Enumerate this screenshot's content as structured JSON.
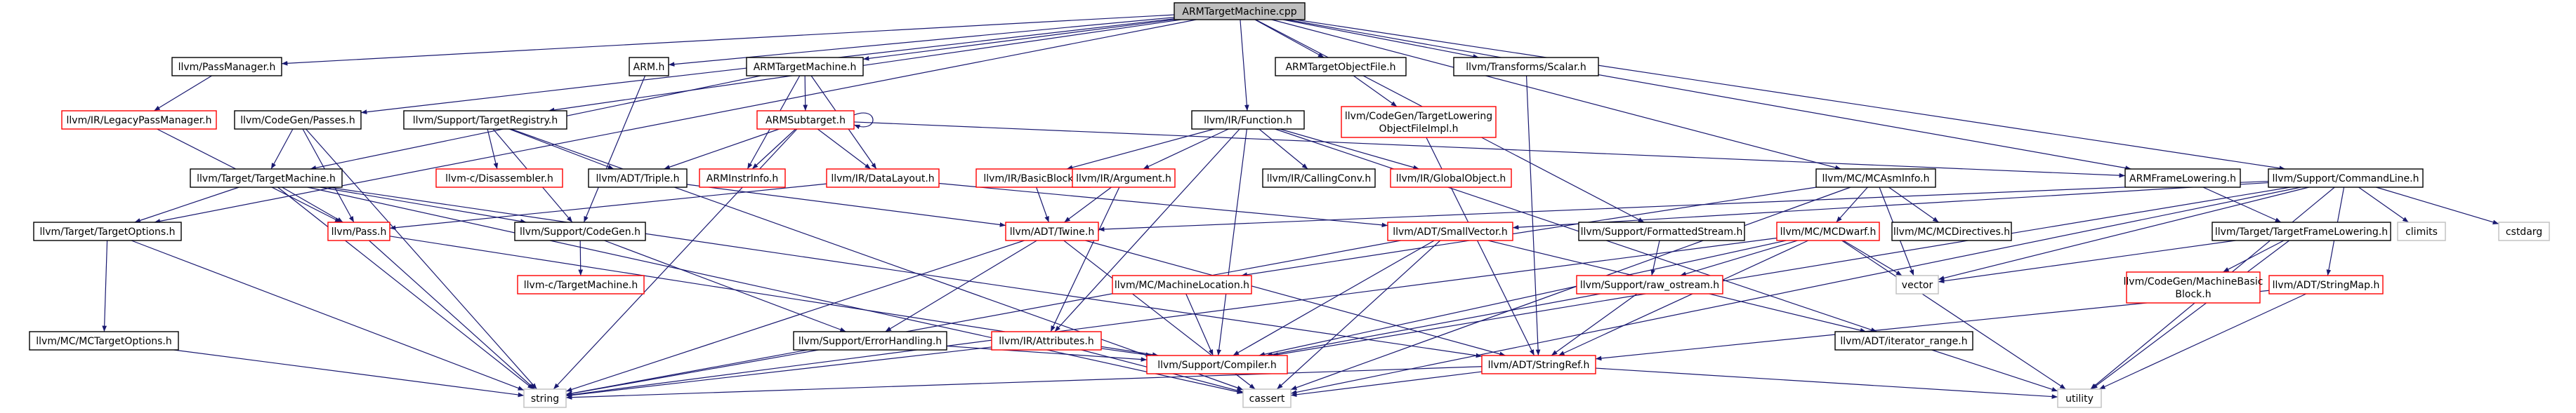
{
  "nodes": [
    {
      "id": "root",
      "label": "ARMTargetMachine.cpp",
      "kind": "root"
    },
    {
      "id": "passmanager",
      "label": "llvm/PassManager.h",
      "kind": "normal"
    },
    {
      "id": "arm",
      "label": "ARM.h",
      "kind": "normal"
    },
    {
      "id": "armtm",
      "label": "ARMTargetMachine.h",
      "kind": "normal"
    },
    {
      "id": "armtof",
      "label": "ARMTargetObjectFile.h",
      "kind": "normal"
    },
    {
      "id": "scalar",
      "label": "llvm/Transforms/Scalar.h",
      "kind": "normal"
    },
    {
      "id": "legacypm",
      "label": "llvm/IR/LegacyPassManager.h",
      "kind": "missing"
    },
    {
      "id": "cgpasses",
      "label": "llvm/CodeGen/Passes.h",
      "kind": "normal"
    },
    {
      "id": "targetregistry",
      "label": "llvm/Support/TargetRegistry.h",
      "kind": "normal"
    },
    {
      "id": "armsubtarget",
      "label": "ARMSubtarget.h",
      "kind": "missing"
    },
    {
      "id": "tloimpl",
      "label": "llvm/CodeGen/TargetLowering ObjectFileImpl.h",
      "kind": "missing"
    },
    {
      "id": "function",
      "label": "llvm/IR/Function.h",
      "kind": "normal"
    },
    {
      "id": "targetmachine",
      "label": "llvm/Target/TargetMachine.h",
      "kind": "normal"
    },
    {
      "id": "disasm",
      "label": "llvm-c/Disassembler.h",
      "kind": "missing"
    },
    {
      "id": "triple",
      "label": "llvm/ADT/Triple.h",
      "kind": "normal"
    },
    {
      "id": "arminstrinfo",
      "label": "ARMInstrInfo.h",
      "kind": "missing"
    },
    {
      "id": "datalayout",
      "label": "llvm/IR/DataLayout.h",
      "kind": "missing"
    },
    {
      "id": "basicblock",
      "label": "llvm/IR/BasicBlock.h",
      "kind": "missing"
    },
    {
      "id": "argument",
      "label": "llvm/IR/Argument.h",
      "kind": "missing"
    },
    {
      "id": "callingconv",
      "label": "llvm/IR/CallingConv.h",
      "kind": "normal"
    },
    {
      "id": "globalobject",
      "label": "llvm/IR/GlobalObject.h",
      "kind": "missing"
    },
    {
      "id": "mcasminfo",
      "label": "llvm/MC/MCAsmInfo.h",
      "kind": "normal"
    },
    {
      "id": "armframelow",
      "label": "ARMFrameLowering.h",
      "kind": "normal"
    },
    {
      "id": "commandline",
      "label": "llvm/Support/CommandLine.h",
      "kind": "normal"
    },
    {
      "id": "targetoptions",
      "label": "llvm/Target/TargetOptions.h",
      "kind": "normal"
    },
    {
      "id": "pass",
      "label": "llvm/Pass.h",
      "kind": "missing"
    },
    {
      "id": "supportcodegen",
      "label": "llvm/Support/CodeGen.h",
      "kind": "normal"
    },
    {
      "id": "twine",
      "label": "llvm/ADT/Twine.h",
      "kind": "missing"
    },
    {
      "id": "smallvector",
      "label": "llvm/ADT/SmallVector.h",
      "kind": "missing"
    },
    {
      "id": "formattedstream",
      "label": "llvm/Support/FormattedStream.h",
      "kind": "normal"
    },
    {
      "id": "mcdwarf",
      "label": "llvm/MC/MCDwarf.h",
      "kind": "missing"
    },
    {
      "id": "mcdirectives",
      "label": "llvm/MC/MCDirectives.h",
      "kind": "normal"
    },
    {
      "id": "targetframelow",
      "label": "llvm/Target/TargetFrameLowering.h",
      "kind": "normal"
    },
    {
      "id": "climits",
      "label": "climits",
      "kind": "system"
    },
    {
      "id": "cstdarg",
      "label": "cstdarg",
      "kind": "system"
    },
    {
      "id": "targetmachine_c",
      "label": "llvm-c/TargetMachine.h",
      "kind": "missing"
    },
    {
      "id": "machinelocation",
      "label": "llvm/MC/MachineLocation.h",
      "kind": "missing"
    },
    {
      "id": "rawostream",
      "label": "llvm/Support/raw_ostream.h",
      "kind": "missing"
    },
    {
      "id": "vector",
      "label": "vector",
      "kind": "system"
    },
    {
      "id": "machinebasicblock",
      "label": "llvm/CodeGen/MachineBasic Block.h",
      "kind": "missing"
    },
    {
      "id": "stringmap",
      "label": "llvm/ADT/StringMap.h",
      "kind": "missing"
    },
    {
      "id": "mctargetoptions",
      "label": "llvm/MC/MCTargetOptions.h",
      "kind": "normal"
    },
    {
      "id": "errorhandling",
      "label": "llvm/Support/ErrorHandling.h",
      "kind": "normal"
    },
    {
      "id": "attributes",
      "label": "llvm/IR/Attributes.h",
      "kind": "missing"
    },
    {
      "id": "iteratorrange",
      "label": "llvm/ADT/iterator_range.h",
      "kind": "normal"
    },
    {
      "id": "compiler",
      "label": "llvm/Support/Compiler.h",
      "kind": "missing"
    },
    {
      "id": "stringref",
      "label": "llvm/ADT/StringRef.h",
      "kind": "missing"
    },
    {
      "id": "string",
      "label": "string",
      "kind": "system"
    },
    {
      "id": "cassert",
      "label": "cassert",
      "kind": "system"
    },
    {
      "id": "utility",
      "label": "utility",
      "kind": "system"
    }
  ],
  "edges": [
    [
      "root",
      "passmanager"
    ],
    [
      "root",
      "arm"
    ],
    [
      "root",
      "armtm"
    ],
    [
      "root",
      "armtof"
    ],
    [
      "root",
      "scalar"
    ],
    [
      "root",
      "cgpasses"
    ],
    [
      "root",
      "targetregistry"
    ],
    [
      "root",
      "function"
    ],
    [
      "root",
      "mcasminfo"
    ],
    [
      "root",
      "armframelow"
    ],
    [
      "root",
      "commandline"
    ],
    [
      "root",
      "targetoptions"
    ],
    [
      "root",
      "formattedstream"
    ],
    [
      "passmanager",
      "legacypm"
    ],
    [
      "legacypm",
      "pass"
    ],
    [
      "arm",
      "supportcodegen"
    ],
    [
      "armtm",
      "armsubtarget"
    ],
    [
      "armtm",
      "targetmachine"
    ],
    [
      "armtm",
      "arminstrinfo"
    ],
    [
      "armtm",
      "datalayout"
    ],
    [
      "armtof",
      "tloimpl"
    ],
    [
      "tloimpl",
      "stringref"
    ],
    [
      "scalar",
      "stringref"
    ],
    [
      "cgpasses",
      "targetmachine"
    ],
    [
      "cgpasses",
      "pass"
    ],
    [
      "cgpasses",
      "string"
    ],
    [
      "targetregistry",
      "triple"
    ],
    [
      "targetregistry",
      "disasm"
    ],
    [
      "targetregistry",
      "supportcodegen"
    ],
    [
      "targetregistry",
      "cassert"
    ],
    [
      "armsubtarget",
      "armsubtarget"
    ],
    [
      "armsubtarget",
      "triple"
    ],
    [
      "armsubtarget",
      "arminstrinfo"
    ],
    [
      "armsubtarget",
      "datalayout"
    ],
    [
      "armsubtarget",
      "armframelow"
    ],
    [
      "armsubtarget",
      "string"
    ],
    [
      "function",
      "basicblock"
    ],
    [
      "function",
      "argument"
    ],
    [
      "function",
      "callingconv"
    ],
    [
      "function",
      "globalobject"
    ],
    [
      "function",
      "attributes"
    ],
    [
      "function",
      "compiler"
    ],
    [
      "function",
      "iteratorrange"
    ],
    [
      "targetmachine",
      "targetoptions"
    ],
    [
      "targetmachine",
      "pass"
    ],
    [
      "targetmachine",
      "supportcodegen"
    ],
    [
      "targetmachine",
      "string"
    ],
    [
      "targetmachine",
      "stringref"
    ],
    [
      "targetmachine",
      "cassert"
    ],
    [
      "triple",
      "twine"
    ],
    [
      "datalayout",
      "pass"
    ],
    [
      "datalayout",
      "smallvector"
    ],
    [
      "basicblock",
      "twine"
    ],
    [
      "argument",
      "twine"
    ],
    [
      "argument",
      "attributes"
    ],
    [
      "mcasminfo",
      "mcdwarf"
    ],
    [
      "mcasminfo",
      "mcdirectives"
    ],
    [
      "mcasminfo",
      "vector"
    ],
    [
      "mcasminfo",
      "machinelocation"
    ],
    [
      "mcasminfo",
      "cassert"
    ],
    [
      "armframelow",
      "targetframelow"
    ],
    [
      "commandline",
      "twine"
    ],
    [
      "commandline",
      "smallvector"
    ],
    [
      "commandline",
      "stringmap"
    ],
    [
      "commandline",
      "climits"
    ],
    [
      "commandline",
      "cstdarg"
    ],
    [
      "commandline",
      "vector"
    ],
    [
      "commandline",
      "utility"
    ],
    [
      "commandline",
      "cassert"
    ],
    [
      "commandline",
      "compiler"
    ],
    [
      "targetoptions",
      "mctargetoptions"
    ],
    [
      "targetoptions",
      "string"
    ],
    [
      "mctargetoptions",
      "string"
    ],
    [
      "pass",
      "string"
    ],
    [
      "pass",
      "compiler"
    ],
    [
      "supportcodegen",
      "targetmachine_c"
    ],
    [
      "supportcodegen",
      "errorhandling"
    ],
    [
      "twine",
      "stringref"
    ],
    [
      "twine",
      "string"
    ],
    [
      "twine",
      "errorhandling"
    ],
    [
      "twine",
      "cassert"
    ],
    [
      "smallvector",
      "compiler"
    ],
    [
      "smallvector",
      "iteratorrange"
    ],
    [
      "smallvector",
      "cassert"
    ],
    [
      "smallvector",
      "string"
    ],
    [
      "formattedstream",
      "rawostream"
    ],
    [
      "mcdwarf",
      "rawostream"
    ],
    [
      "mcdwarf",
      "stringref"
    ],
    [
      "mcdwarf",
      "compiler"
    ],
    [
      "mcdwarf",
      "vector"
    ],
    [
      "mcdwarf",
      "string"
    ],
    [
      "mcdwarf",
      "utility"
    ],
    [
      "targetframelow",
      "machinebasicblock"
    ],
    [
      "targetframelow",
      "vector"
    ],
    [
      "targetframelow",
      "utility"
    ],
    [
      "stringmap",
      "stringref"
    ],
    [
      "stringmap",
      "utility"
    ],
    [
      "rawostream",
      "stringref"
    ],
    [
      "rawostream",
      "compiler"
    ],
    [
      "errorhandling",
      "compiler"
    ],
    [
      "errorhandling",
      "string"
    ],
    [
      "attributes",
      "compiler"
    ],
    [
      "attributes",
      "cassert"
    ],
    [
      "attributes",
      "string"
    ],
    [
      "iteratorrange",
      "utility"
    ],
    [
      "stringref",
      "string"
    ],
    [
      "stringref",
      "cassert"
    ],
    [
      "stringref",
      "utility"
    ],
    [
      "machinelocation",
      "compiler"
    ]
  ],
  "colors": {
    "edge": "#191970",
    "border_normal": "#000000",
    "border_missing": "#ff0000",
    "border_system": "#bfbfbf",
    "fill_root": "#bfbfbf",
    "fill_node": "#ffffff"
  }
}
